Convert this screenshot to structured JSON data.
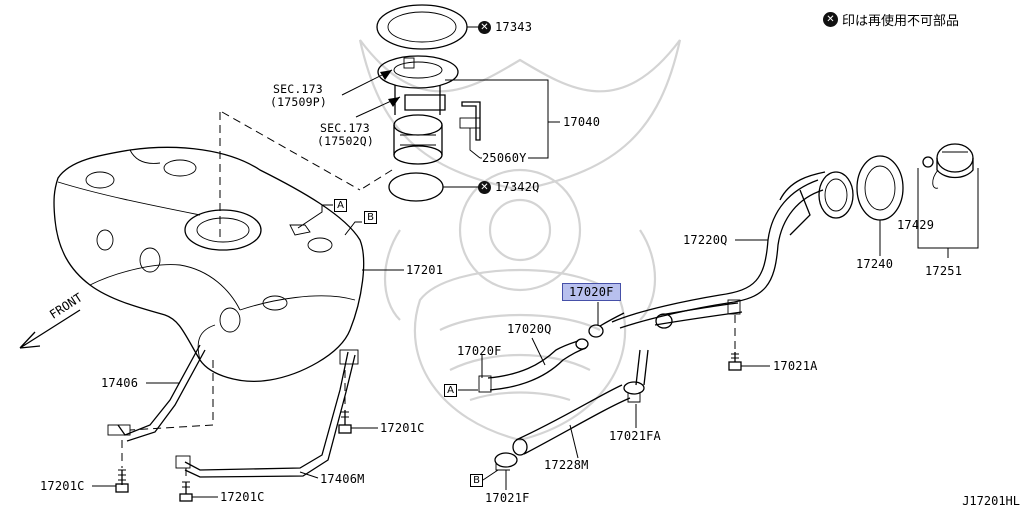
{
  "legend": {
    "icon": "x-circle-icon",
    "text": "印は再使用不可部品"
  },
  "front_label": "FRONT",
  "diagram_code": "J17201HL",
  "callouts": {
    "c17343": "17343",
    "sec1_a": "SEC.173",
    "sec1_b": "(17509P)",
    "sec2_a": "SEC.173",
    "sec2_b": "(17502Q)",
    "c17040": "17040",
    "c25060Y": "25060Y",
    "c17342Q": "17342Q",
    "c17201": "17201",
    "c17220Q": "17220Q",
    "c17240": "17240",
    "c17429": "17429",
    "c17251": "17251",
    "c17020F_hl": "17020F",
    "c17020Q": "17020Q",
    "c17020F": "17020F",
    "c17021A": "17021A",
    "c17406": "17406",
    "c17201C_1": "17201C",
    "c17201C_2": "17201C",
    "c17201C_3": "17201C",
    "c17406M": "17406M",
    "c17228M": "17228M",
    "c17021FA": "17021FA",
    "c17021F": "17021F"
  },
  "ref_boxes": {
    "A1": "A",
    "B1": "B",
    "A2": "A",
    "B2": "B"
  },
  "highlight_color": "#b8c0ee"
}
